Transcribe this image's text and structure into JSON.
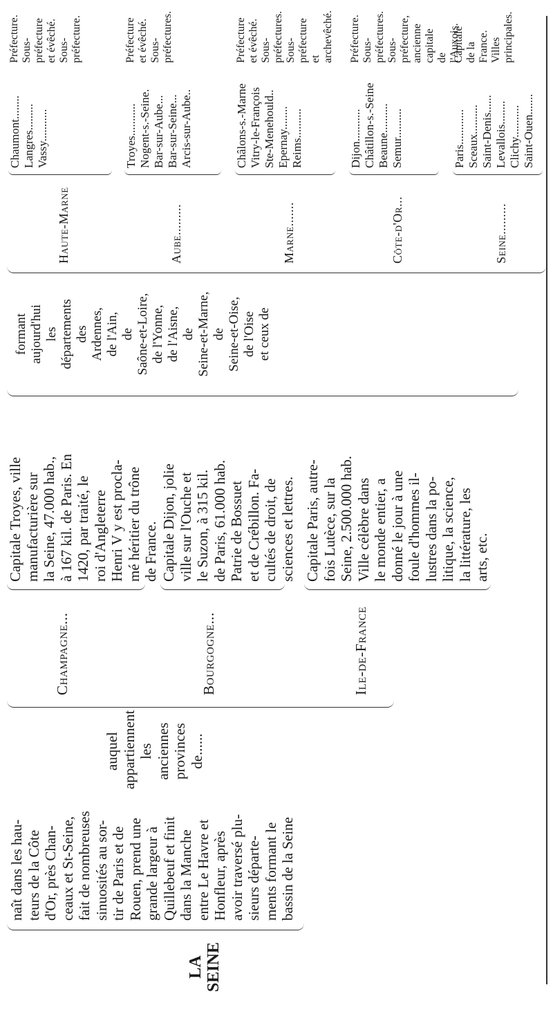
{
  "seine": {
    "title_line1": "LA",
    "title_line2": "SEINE",
    "description": [
      "naît dans les hau-",
      "teurs de la Côte",
      "d'Or, près Chan-",
      "ceaux et St-Seine,",
      "fait de nombreuses",
      "sinuosités au sor-",
      "tir de Paris et de",
      "Rouen, prend une",
      "grande largeur à",
      "Quillebeuf et finit",
      "dans la Manche",
      "entre Le Havre et",
      "Honfleur, après",
      "avoir traversé plu-",
      "sieurs départe-",
      "ments formant le",
      "bassin de la Seine"
    ],
    "provinces_intro": [
      "auquel",
      "appartiennent",
      "les",
      "anciennes",
      "provinces",
      "de......"
    ]
  },
  "provinces": [
    {
      "name": "Champagne...",
      "description": [
        "Capitale Troyes, ville",
        "manufacturière sur",
        "la Seine, 47.000 hab.,",
        "à 167 kil. de Paris. En",
        "1420, par traité, le",
        "roi d'Angleterre",
        "Henri V y est procla-",
        "mé héritier du trône",
        "de France."
      ]
    },
    {
      "name": "Bourgogne...",
      "description": [
        "Capitale Dijon, jolie",
        "ville sur l'Ouche et",
        "le Suzon, à 315 kil.",
        "de Paris, 61.000 hab.",
        "Patrie de Bossuet",
        "et de Crébillon. Fa-",
        "cultés de droit, de",
        "sciences et lettres."
      ]
    },
    {
      "name": "Ile-de-France",
      "description": [
        "Capitale Paris, autre-",
        "fois Lutèce, sur la",
        "Seine, 2.500.000 hab.",
        "Ville célèbre dans",
        "le monde entier, a",
        "donné le jour à une",
        "foule d'hommes il-",
        "lustres dans la po-",
        "litique, la science,",
        "la littérature, les",
        "arts, etc."
      ]
    }
  ],
  "departments_intro": [
    "formant",
    "aujourd'hui",
    "les",
    "départements",
    "des",
    "Ardennes,",
    "de l'Ain,",
    "de",
    "Saône-et-Loire,",
    "de l'Yonne,",
    "de l'Aisne,",
    "de",
    "Seine-et-Marne,",
    "de",
    "Seine-et-Oise,",
    "de l'Oise",
    "et ceux de"
  ],
  "departments": [
    {
      "name": "Haute-Marne",
      "cities": [
        {
          "city": "Chaumont........",
          "status": [
            "Préfecture."
          ]
        },
        {
          "city": "Langres.........",
          "status": [
            "Sous-",
            "préfecture",
            "et évêché."
          ]
        },
        {
          "city": "Vassy...........",
          "status": [
            "Sous-",
            "préfecture."
          ]
        }
      ]
    },
    {
      "name": "Aube.........",
      "cities": [
        {
          "city": "Troyes...........",
          "status": [
            "Préfecture",
            "et évêché."
          ]
        },
        {
          "city": "Nogent-s.-Seine.",
          "status": []
        },
        {
          "city": "Bar-sur-Aube...",
          "status": []
        },
        {
          "city": "Bar-sur-Seine...",
          "status": []
        },
        {
          "city": "Arcis-sur-Aube..",
          "status": [
            "Sous-",
            "préfectures."
          ]
        }
      ]
    },
    {
      "name": "Marne.......",
      "cities": [
        {
          "city": "Châlons-s.-Marne",
          "status": [
            "Préfecture",
            "et évêché."
          ]
        },
        {
          "city": "Vitry-le-François",
          "status": []
        },
        {
          "city": "Ste-Menehould..",
          "status": []
        },
        {
          "city": "Epernay........",
          "status": [
            "Sous-",
            "préfectures."
          ]
        },
        {
          "city": "Reims..........",
          "status": [
            "Sous-",
            "préfecture",
            "et",
            "archevêché."
          ]
        }
      ]
    },
    {
      "name": "Côte-d'Or...",
      "cities": [
        {
          "city": "Dijon...........",
          "status": [
            "Préfecture."
          ]
        },
        {
          "city": "Châtillon-s.-Seine",
          "status": []
        },
        {
          "city": "Beaune..........",
          "status": [
            "Sous-",
            "préfectures."
          ]
        },
        {
          "city": "Semur..........",
          "status": [
            "Sous-",
            "préfecture,",
            "ancienne",
            "capitale",
            "de",
            "l'Auxois."
          ]
        }
      ]
    },
    {
      "name": "Seine.........",
      "cities": [
        {
          "city": "Paris............",
          "status": [
            "Capitale",
            "de la",
            "France."
          ]
        },
        {
          "city": "Sceaux..........",
          "status": []
        },
        {
          "city": "Saint-Denis......",
          "status": []
        },
        {
          "city": "Levallois........",
          "status": []
        },
        {
          "city": "Clichy...........",
          "status": []
        },
        {
          "city": "Saint-Ouen.......",
          "status": [
            "Villes",
            "principales."
          ]
        }
      ]
    }
  ]
}
